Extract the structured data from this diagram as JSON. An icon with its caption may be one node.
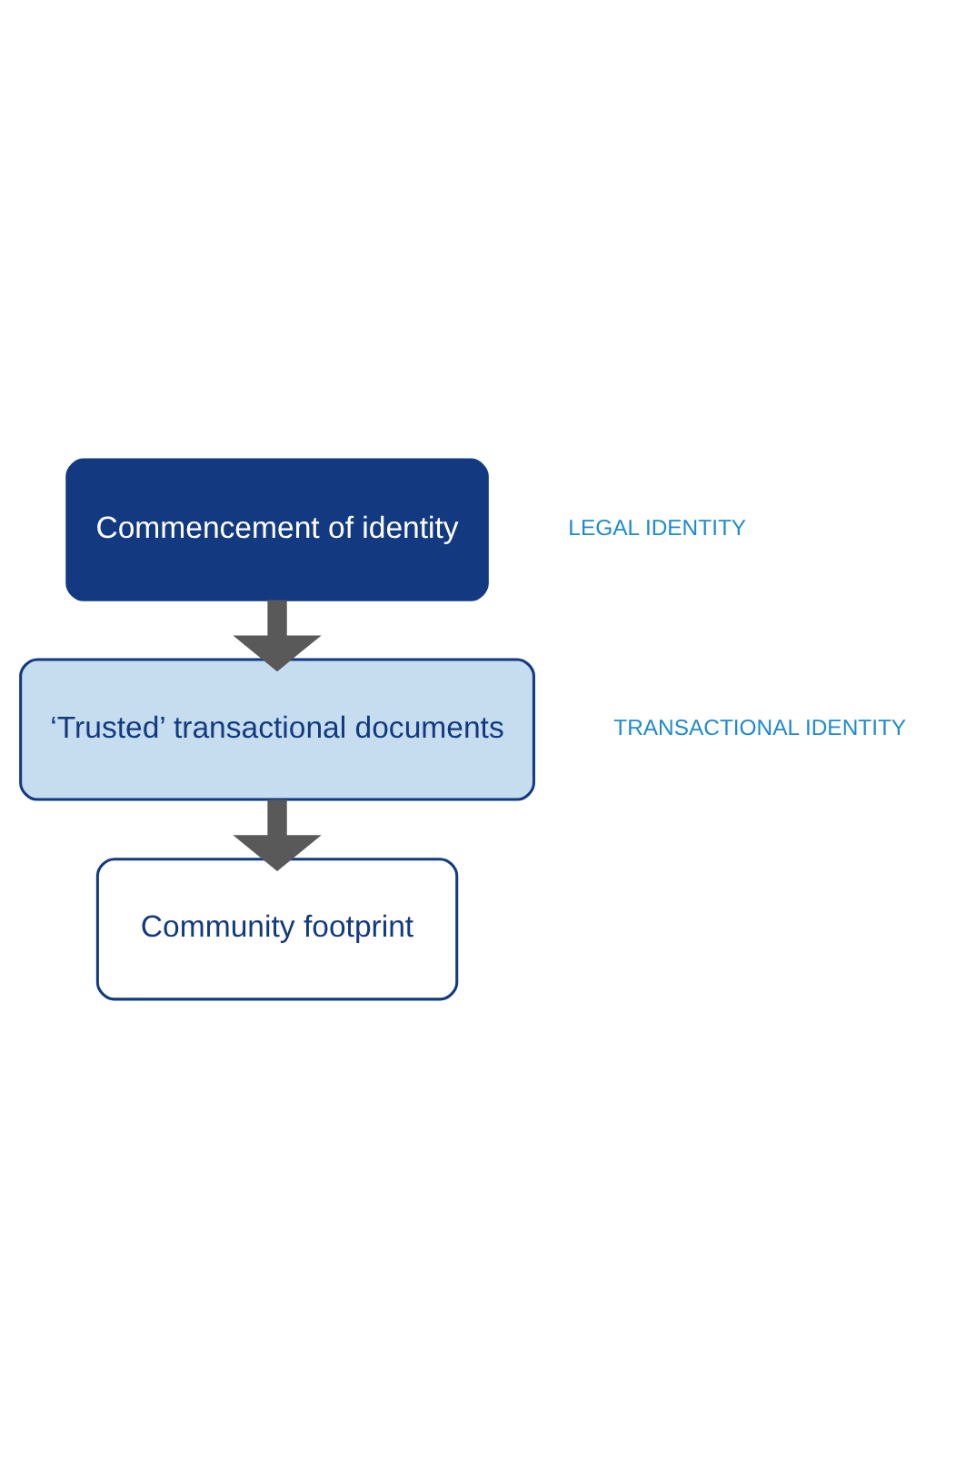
{
  "diagram": {
    "nodes": [
      {
        "text": [
          "Commencement of identity"
        ]
      },
      {
        "text": [
          "‘Trusted’ transactional documents"
        ]
      },
      {
        "text": [
          "Community footprint"
        ]
      }
    ],
    "edges": [
      {
        "from": 0,
        "to": 1,
        "arrow": "to"
      },
      {
        "from": 1,
        "to": 2,
        "arrow": "to"
      }
    ],
    "labels": [
      "LEGAL IDENTITY",
      "TRANSACTIONAL IDENTITY"
    ]
  }
}
